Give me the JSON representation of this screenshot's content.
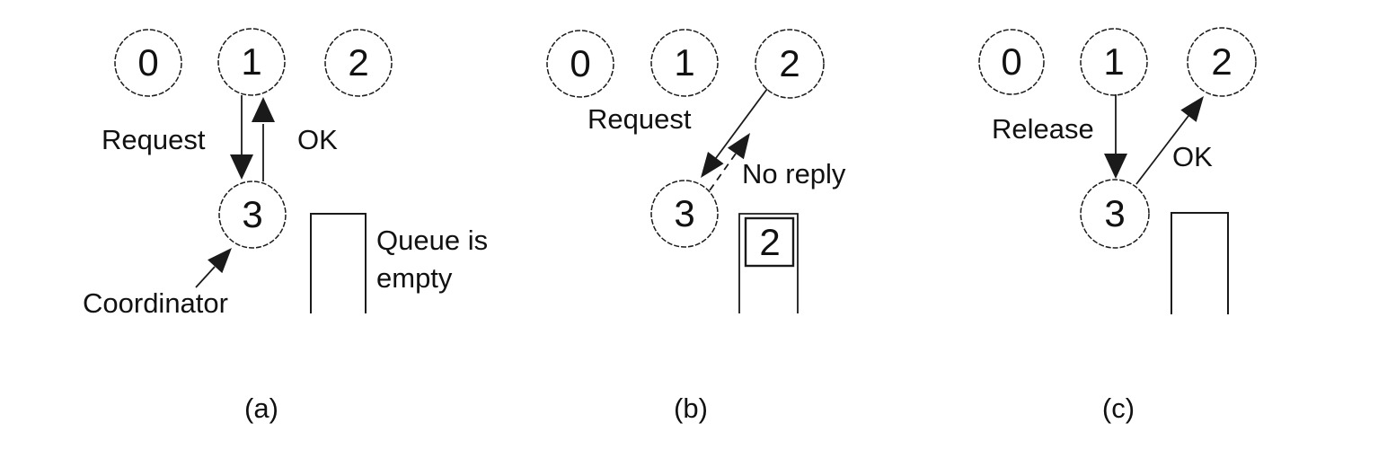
{
  "colors": {
    "ink": "#1a1a1a",
    "background": "#ffffff"
  },
  "figure": {
    "panels": [
      {
        "caption": "(a)",
        "nodes": {
          "p0": "0",
          "p1": "1",
          "p2": "2",
          "coordinator": "3"
        },
        "labels": {
          "request": "Request",
          "ok": "OK",
          "coordinator": "Coordinator",
          "queue_note_line1": "Queue is",
          "queue_note_line2": "empty"
        }
      },
      {
        "caption": "(b)",
        "nodes": {
          "p0": "0",
          "p1": "1",
          "p2": "2",
          "coordinator": "3"
        },
        "labels": {
          "request": "Request",
          "no_reply": "No reply"
        },
        "queue": {
          "item": "2"
        }
      },
      {
        "caption": "(c)",
        "nodes": {
          "p0": "0",
          "p1": "1",
          "p2": "2",
          "coordinator": "3"
        },
        "labels": {
          "release": "Release",
          "ok": "OK"
        }
      }
    ]
  }
}
